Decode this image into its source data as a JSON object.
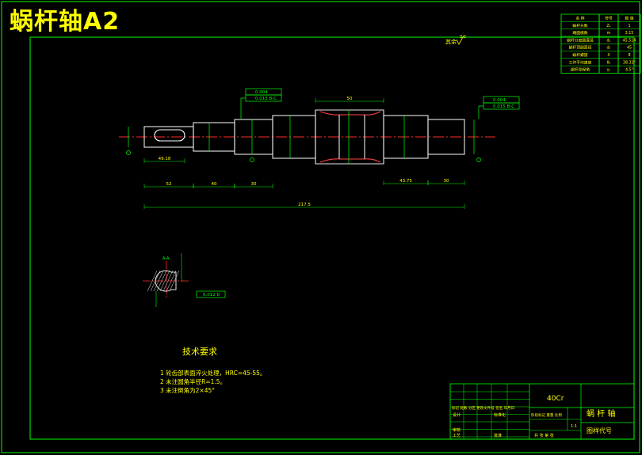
{
  "title": "蜗杆轴A2",
  "roughness_note": {
    "label": "其余",
    "value": "3.2"
  },
  "params_table": {
    "header": [
      "名 称",
      "符号",
      "数 值"
    ],
    "rows": [
      [
        "蜗杆头数",
        "Z₁",
        "1"
      ],
      [
        "端面模数",
        "m",
        "3.15"
      ],
      [
        "蜗杆分度圆直径",
        "d₁",
        "45.514"
      ],
      [
        "蜗杆顶圆直径",
        "d₂",
        "45"
      ],
      [
        "蜗杆螺旋",
        "X",
        "8"
      ],
      [
        "工作平均速度",
        "θ₁",
        "38.33°"
      ],
      [
        "蜗杆导程角",
        "γ₁",
        "4.5°"
      ]
    ]
  },
  "tolerances": {
    "left_upper": "0.004",
    "left_lower": "0.015 B-C",
    "right_upper": "0.004",
    "right_lower": "0.015 B-C",
    "section": "0.012 D"
  },
  "dims": {
    "top_center": "50",
    "bottom_left_short": "49.18",
    "bottom": [
      "52",
      "40",
      "30",
      "43.75",
      "30"
    ],
    "overall": "217.5"
  },
  "section_label": "A-A",
  "tech": {
    "heading": "技术要求",
    "items": [
      "1 轮齿部表面淬火处理，HRC=45-55。",
      "2 未注圆角半径R=1.5。",
      "3 未注倒角为2×45°"
    ]
  },
  "titleblock": {
    "material": "40Cr",
    "part_name": "蜗 杆 轴",
    "drawing_no": "图样代号",
    "scale": "1:1",
    "rev_header": "标记 处数  分区  更改文件号  签名  年月日",
    "designer": "设计",
    "checker": "审核",
    "process": "工艺",
    "standard": "标准化",
    "approve": "批准",
    "stage_header": "阶段标记  重量  比例",
    "sheets": "共  张  第  张"
  }
}
